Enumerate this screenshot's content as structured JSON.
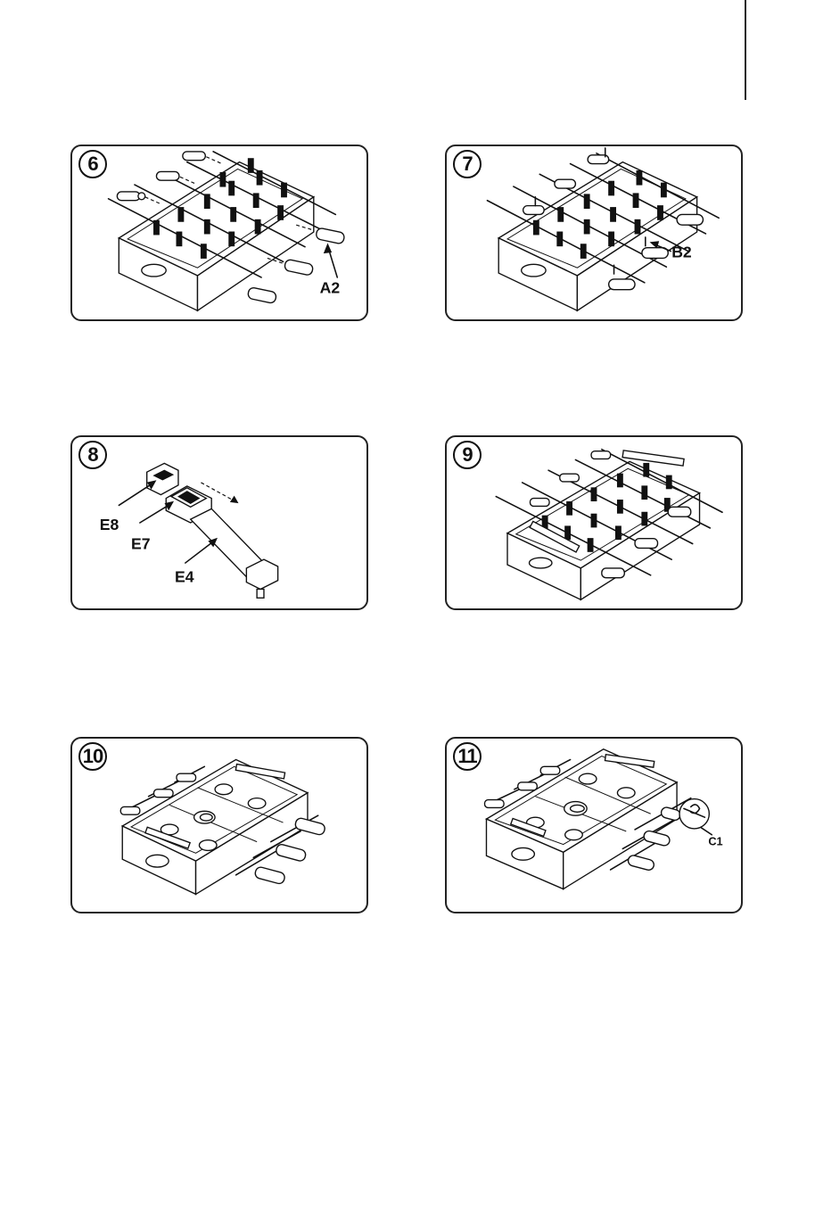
{
  "steps": [
    {
      "number": "6",
      "labels": {
        "handle": "A2"
      }
    },
    {
      "number": "7",
      "labels": {
        "pin": "B2"
      }
    },
    {
      "number": "8",
      "labels": {
        "end_cap": "E8",
        "score_block": "E7",
        "rail": "E4"
      }
    },
    {
      "number": "9",
      "labels": {}
    },
    {
      "number": "10",
      "labels": {}
    },
    {
      "number": "11",
      "labels": {
        "clip": "C1"
      }
    }
  ]
}
